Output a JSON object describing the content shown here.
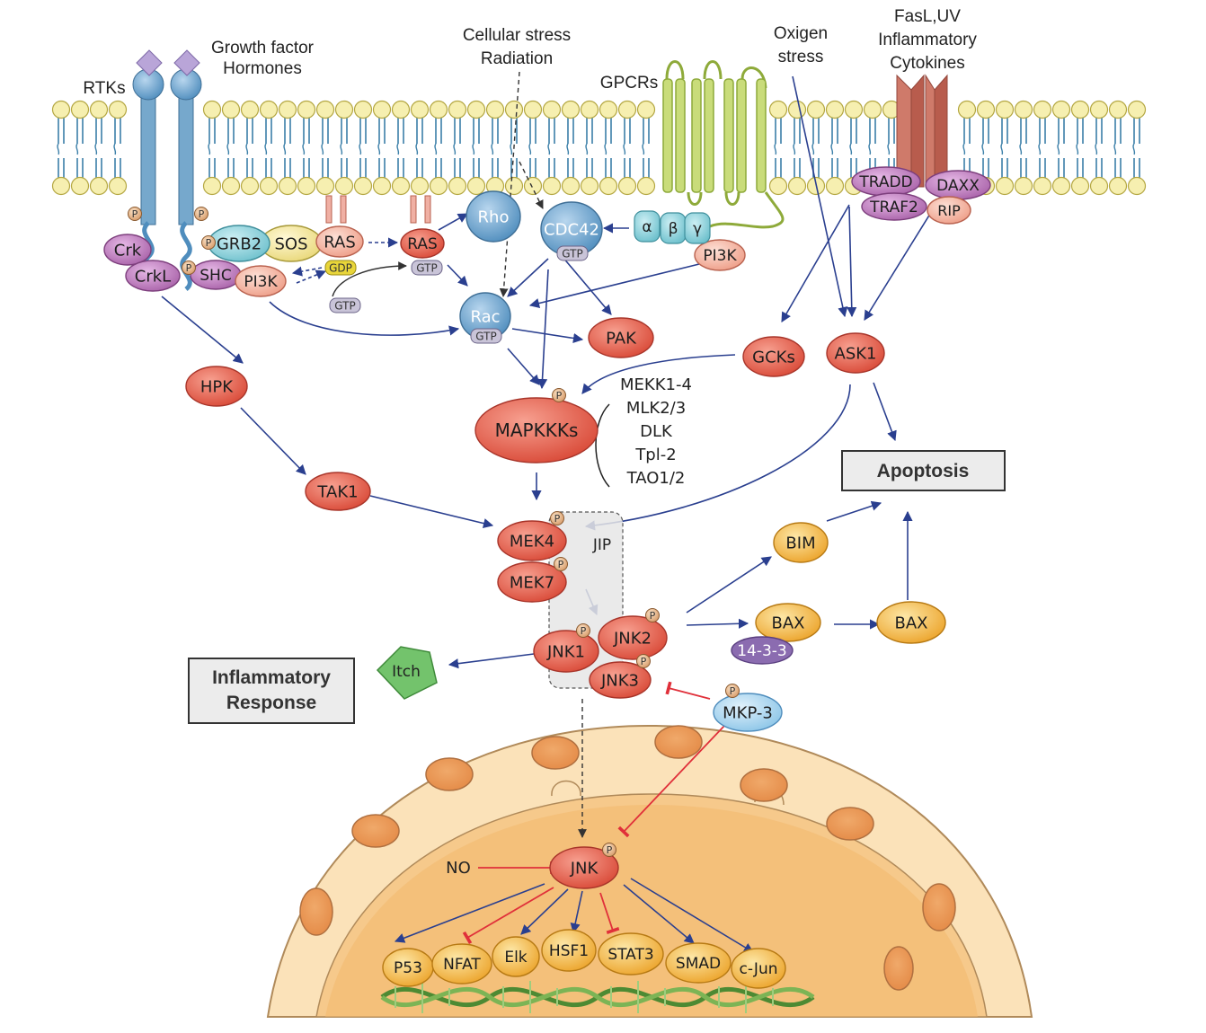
{
  "stimuli": {
    "growth_factor": [
      "Growth factor",
      "Hormones"
    ],
    "rtks": "RTKs",
    "cellular_stress": [
      "Cellular stress",
      "Radiation"
    ],
    "gpcrs": "GPCRs",
    "oxygen_stress": [
      "Oxigen",
      "stress"
    ],
    "fasl": [
      "FasL,UV",
      "Inflammatory",
      "Cytokines"
    ]
  },
  "membrane_complex": {
    "tradd": "TRADD",
    "daxx": "DAXX",
    "traf2": "TRAF2",
    "rip": "RIP"
  },
  "nodes": {
    "crk": "Crk",
    "crkl": "CrkL",
    "grb2": "GRB2",
    "sos": "SOS",
    "ras1": "RAS",
    "ras2": "RAS",
    "shc": "SHC",
    "pi3k_left": "PI3K",
    "gdp": "GDP",
    "gtp_ras": "GTP",
    "gtp_free": "GTP",
    "rho": "Rho",
    "cdc42": "CDC42",
    "gtp_cdc42": "GTP",
    "alpha": "α",
    "beta": "β",
    "gamma": "γ",
    "pi3k_right": "PI3K",
    "rac": "Rac",
    "gtp_rac": "GTP",
    "pak": "PAK",
    "gcks": "GCKs",
    "ask1": "ASK1",
    "hpk": "HPK",
    "mapkkks": "MAPKKKs",
    "tak1": "TAK1",
    "mek4": "MEK4",
    "mek7": "MEK7",
    "jip": "JIP",
    "jnk1": "JNK1",
    "jnk2": "JNK2",
    "jnk3": "JNK3",
    "itch": "Itch",
    "bim": "BIM",
    "bax1": "BAX",
    "bax2": "BAX",
    "p1433": "14-3-3",
    "mkp3": "MKP-3",
    "jnk_nuc": "JNK",
    "no": "NO",
    "phospho": "P"
  },
  "mapkkk_list": [
    "MEKK1-4",
    "MLK2/3",
    "DLK",
    "Tpl-2",
    "TAO1/2"
  ],
  "outcomes": {
    "apoptosis": "Apoptosis",
    "inflammatory": [
      "Inflammatory",
      "Response"
    ]
  },
  "transcription_factors": [
    "P53",
    "NFAT",
    "Elk",
    "HSF1",
    "STAT3",
    "SMAD",
    "c-Jun"
  ],
  "colors": {
    "red_node": "#e8604c",
    "blue_node": "#6aa3cc",
    "purple_node": "#c07ec0",
    "yellow_node": "#f5c04a",
    "arrow_blue": "#2a3f8f",
    "inhibit_red": "#e0303a",
    "membrane_head": "#f6efb0",
    "nucleus": "#f6c98b",
    "cytoplasm": "#fbe7c4"
  }
}
